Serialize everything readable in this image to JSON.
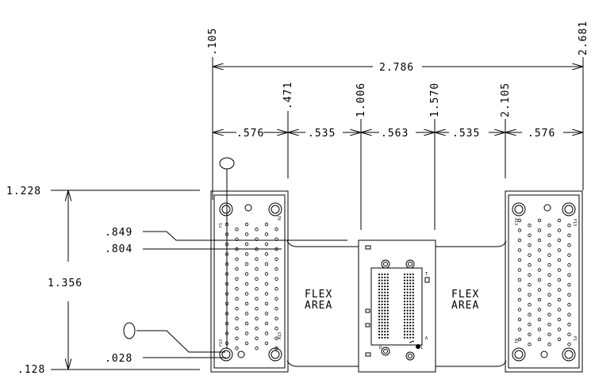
{
  "top_dims": {
    "left_edge": ".105",
    "right_edge": "2.681",
    "overall": "2.786",
    "p1": ".471",
    "p2": "1.006",
    "p3": "1.570",
    "p4": "2.105"
  },
  "segments": [
    ".576",
    ".535",
    ".563",
    ".535",
    ".576"
  ],
  "left_dims": {
    "top": "1.228",
    "bottom": ".128",
    "height": "1.356",
    "d849": ".849",
    "d804": ".804",
    "d028": ".028"
  },
  "flex_left": [
    "FLEX",
    "AREA"
  ],
  "flex_right": [
    "FLEX",
    "AREA"
  ],
  "pin_labels": {
    "left_a1": "A1",
    "left_f1": "F1",
    "left_f13": "F13",
    "left_a13": "A13",
    "right_a13": "A13",
    "right_f13": "F13",
    "right_a1": "A1",
    "right_f1": "F1",
    "center_t": "T",
    "center_a": "A",
    "center_d": "D",
    "center_1": "1"
  }
}
